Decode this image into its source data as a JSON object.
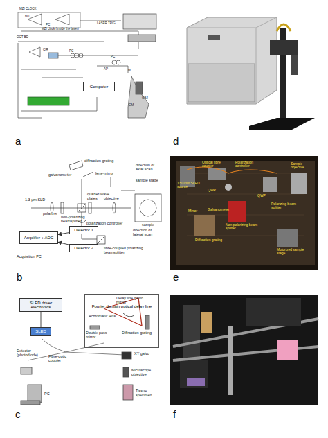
{
  "diagram": {
    "nodes": [
      {
        "text": [
          "Computer"
        ]
      },
      {
        "text": [
          "Amplifier + ADC"
        ]
      },
      {
        "text": [
          "Detector 1"
        ]
      },
      {
        "text": [
          "Detector 2"
        ]
      },
      {
        "text": [
          "SLED driver electronics"
        ]
      },
      {
        "text": [
          "SLED"
        ]
      },
      {
        "text": [
          "Fourier domain optical delay line"
        ]
      }
    ],
    "edges": [
      {
        "from": 2,
        "to": 1,
        "arrow": "to"
      },
      {
        "from": 3,
        "to": 1,
        "arrow": "to"
      },
      {
        "from": 4,
        "to": 5,
        "arrow": "none"
      }
    ],
    "labels": [
      "MZI CLOCK",
      "BD",
      "PC",
      "MZI clock (inside the laser)",
      "LASER TRIG",
      "OCT BD",
      "CIR",
      "PC",
      "PC",
      "AP",
      "M",
      "GM",
      "OBJ",
      "a",
      "d",
      "diffraction-grating",
      "lens-mirror",
      "galvanometer",
      "1.3 μm SLD",
      "polarizer",
      "quarter-wave plates",
      "non-polarizing beamsplitter",
      "objective",
      "direction of axial scan",
      "sample stage",
      "sample",
      "direction of lateral scan",
      "polarization controller",
      "fibre-coupled polarizing beamsplitter",
      "Acquisition PC",
      "b",
      "1300nm SLED source",
      "Optical fibre coupler",
      "Polarization controller",
      "Sample objective",
      "QWP",
      "QWP",
      "Non-polarizing beam splitter",
      "Polarizing beam splitter",
      "Mirror",
      "Galvanometer",
      "Diffraction grating",
      "Motorized sample stage",
      "e",
      "Delay line galvo mirror",
      "Achromatic lens",
      "Diffraction grating",
      "Double pass mirror",
      "Detector (photodiode)",
      "PC",
      "Fibre-optic coupler",
      "XY galvo",
      "Microscope objective",
      "Tissue specimen",
      "c",
      "f"
    ]
  }
}
